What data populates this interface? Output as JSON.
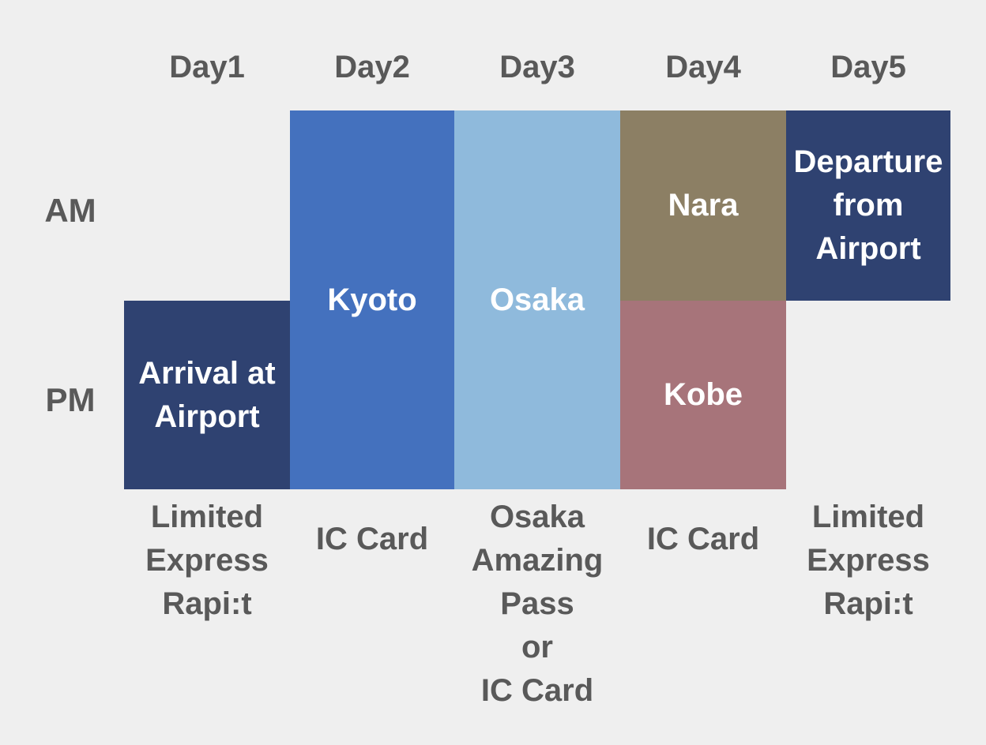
{
  "colors": {
    "background": "#efefef",
    "label_gray": "#595959",
    "block_text": "#ffffff",
    "navy": "#2f4271",
    "kyoto_blue": "#4471be",
    "osaka_light_blue": "#8fbadc",
    "nara_khaki": "#8c7f64",
    "kobe_mauve": "#a7747a"
  },
  "day_headers": [
    "Day1",
    "Day2",
    "Day3",
    "Day4",
    "Day5"
  ],
  "row_labels": {
    "am": "AM",
    "pm": "PM"
  },
  "blocks": {
    "arrival": {
      "label": "Arrival at\nAirport",
      "day": "Day1",
      "period": "PM",
      "color": "#2f4271"
    },
    "kyoto": {
      "label": "Kyoto",
      "day": "Day2",
      "period": "AM-PM",
      "color": "#4471be"
    },
    "osaka": {
      "label": "Osaka",
      "day": "Day3",
      "period": "AM-PM",
      "color": "#8fbadc"
    },
    "nara": {
      "label": "Nara",
      "day": "Day4",
      "period": "AM",
      "color": "#8c7f64"
    },
    "kobe": {
      "label": "Kobe",
      "day": "Day4",
      "period": "PM",
      "color": "#a7747a"
    },
    "departure": {
      "label": "Departure\nfrom\nAirport",
      "day": "Day5",
      "period": "AM",
      "color": "#2f4271"
    }
  },
  "captions": {
    "day1": "Limited\nExpress\nRapi:t",
    "day2": "IC Card",
    "day3": "Osaka\nAmazing\nPass\nor\nIC Card",
    "day4": "IC Card",
    "day5": "Limited\nExpress\nRapi:t"
  }
}
